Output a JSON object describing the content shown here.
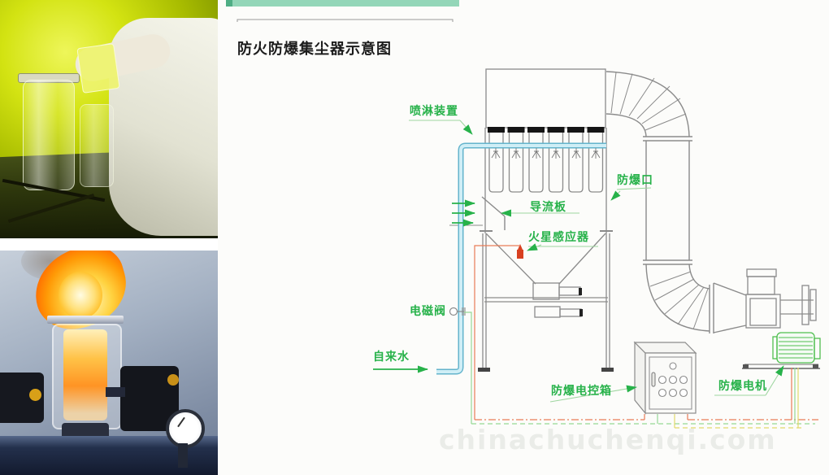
{
  "header": {
    "title": "防火防爆集尘器示意图"
  },
  "photos": {
    "top": {
      "alt": "操作人员在实验室处理玻璃装置"
    },
    "bottom": {
      "alt": "玻璃柱火焰燃烧测试"
    }
  },
  "diagram": {
    "labels": {
      "spray_device": "喷淋装置",
      "explosion_vent": "防爆口",
      "deflector": "导流板",
      "spark_sensor": "火星感应器",
      "solenoid_valve": "电磁阀",
      "tap_water": "自来水",
      "control_box": "防爆电控箱",
      "motor": "防爆电机"
    },
    "colors": {
      "label_green": "#27b24a",
      "line_gray": "#8b8b8b",
      "pipe_cyan": "#a8dcec",
      "sensor_red": "#d84020",
      "wire_red": "#e87b57",
      "wire_green": "#95d895",
      "wire_yellow": "#e2d96a",
      "motor_green": "#4fbf4f",
      "accent_mint": "#93d6b8"
    }
  },
  "watermark": {
    "text": "chinachuchenqi.com"
  }
}
